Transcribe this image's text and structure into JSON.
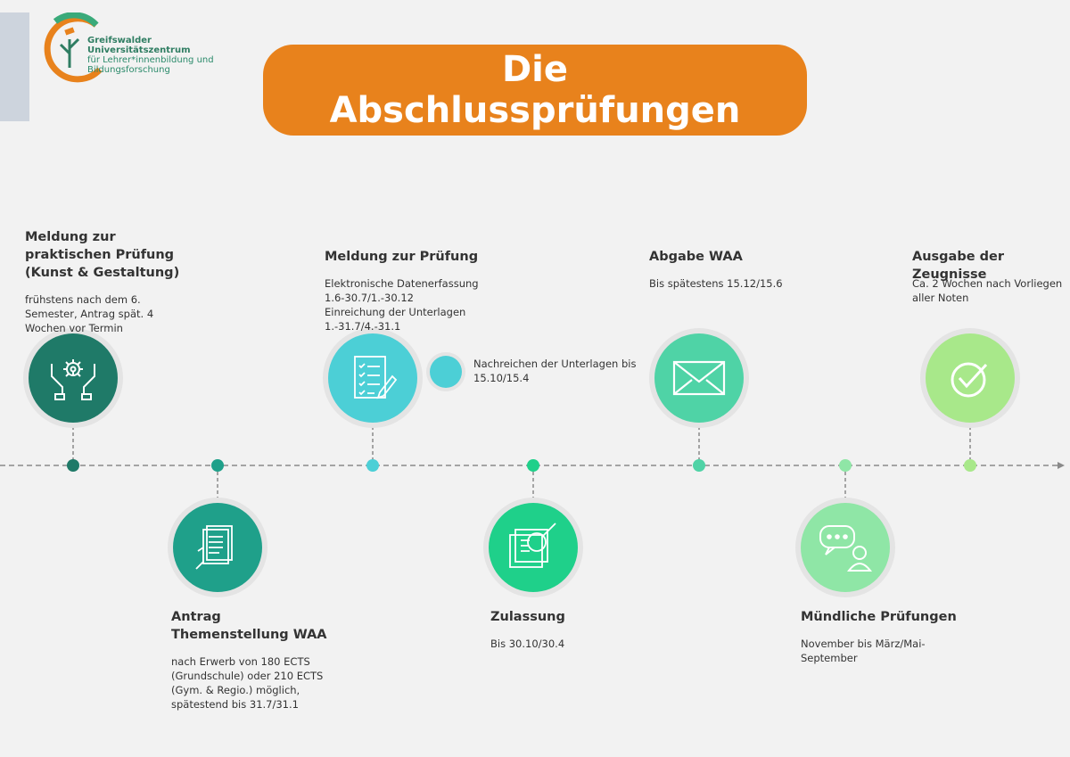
{
  "logo": {
    "line1": "Greifswalder Universitätszentrum",
    "line2": "für Lehrer*innenbildung und",
    "line3": "Bildungsforschung"
  },
  "title": {
    "line1": "Die",
    "line2": "Abschlussprüfungen"
  },
  "steps": [
    {
      "title_lines": [
        "Meldung zur",
        "praktischen Prüfung",
        "(Kunst & Gestaltung)"
      ],
      "text_lines": [
        "frühstens nach dem 6.",
        "Semester, Antrag spät. 4",
        "Wochen vor Termin"
      ],
      "icon": "hands-gear-icon",
      "color": "#1f7a68"
    },
    {
      "title_lines": [
        "Antrag",
        "Themenstellung WAA"
      ],
      "text_lines": [
        "nach Erwerb von 180 ECTS",
        "(Grundschule) oder 210 ECTS",
        "(Gym. & Regio.) möglich,",
        "spätestend bis 31.7/31.1"
      ],
      "icon": "document-hand-icon",
      "color": "#1fa08a"
    },
    {
      "title_lines": [
        "Meldung zur Prüfung"
      ],
      "text_lines": [
        "Elektronische Datenerfassung",
        "1.6-30.7/1.-30.12",
        "Einreichung der Unterlagen",
        "1.-31.7/4.-31.1"
      ],
      "icon": "checklist-icon",
      "color": "#4ccfd6"
    },
    {
      "title_lines": [
        "Zulassung"
      ],
      "text_lines": [
        "Bis 30.10/30.4"
      ],
      "icon": "magnifier-document-icon",
      "color": "#1fd08a"
    },
    {
      "title_lines": [
        "Abgabe WAA"
      ],
      "text_lines": [
        "Bis spätestens 15.12/15.6"
      ],
      "icon": "envelope-icon",
      "color": "#4fd3a6"
    },
    {
      "title_lines": [
        "Mündliche Prüfungen"
      ],
      "text_lines": [
        "November bis März/Mai-",
        "September"
      ],
      "icon": "speech-person-icon",
      "color": "#8fe6a6"
    },
    {
      "title_lines": [
        "Ausgabe der Zeugnisse"
      ],
      "text_lines": [
        "Ca. 2 Wochen nach Vorliegen",
        "aller Noten"
      ],
      "icon": "checkmark-icon",
      "color": "#a8e88a"
    }
  ],
  "extra_note": {
    "text_lines": [
      "Nachreichen der Unterlagen bis",
      "15.10/15.4"
    ],
    "color": "#4ccfd6"
  }
}
